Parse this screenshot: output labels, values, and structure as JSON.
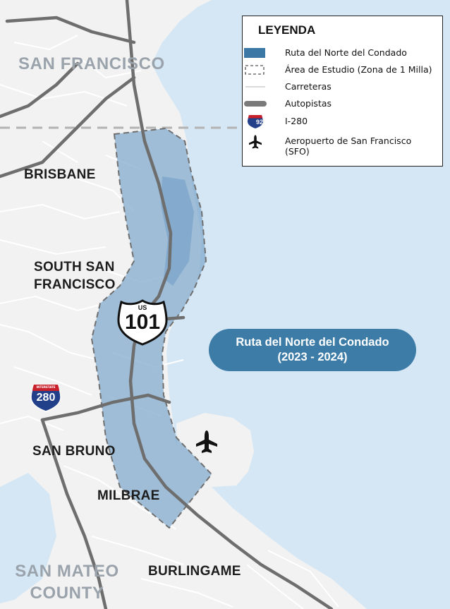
{
  "map": {
    "places": {
      "san_francisco": "SAN FRANCISCO",
      "brisbane": "BRISBANE",
      "south_sf_line1": "SOUTH SAN",
      "south_sf_line2": "FRANCISCO",
      "san_bruno": "SAN BRUNO",
      "millbrae": "MILBRAE",
      "san_mateo_line1": "SAN MATEO",
      "san_mateo_line2": "COUNTY",
      "burlingame": "BURLINGAME"
    },
    "shields": {
      "us_top": "US",
      "us_number": "101",
      "interstate_top": "INTERSTATE",
      "interstate_number": "280"
    },
    "callout": {
      "line1": "Ruta del Norte del Condado",
      "line2": "(2023 - 2024)"
    },
    "colors": {
      "water": "#d5e7f4",
      "route_fill": "#7ea8cc",
      "route_legend": "#3b78a6",
      "callout": "#3d7ca7",
      "highway": "#6e6e6e",
      "road": "#ffffff"
    },
    "icons": {
      "airport": "airplane-icon",
      "us_route": "us-route-shield-icon",
      "interstate": "interstate-shield-icon"
    }
  },
  "legend": {
    "title": "LEYENDA",
    "items": [
      {
        "label": "Ruta del Norte del Condado"
      },
      {
        "label": "Área de Estudio (Zona de 1 Milla)"
      },
      {
        "label": "Carreteras"
      },
      {
        "label": "Autopistas"
      },
      {
        "label": "I-280",
        "shield_number": "92"
      },
      {
        "label": "Aeropuerto de San Francisco (SFO)"
      }
    ]
  }
}
